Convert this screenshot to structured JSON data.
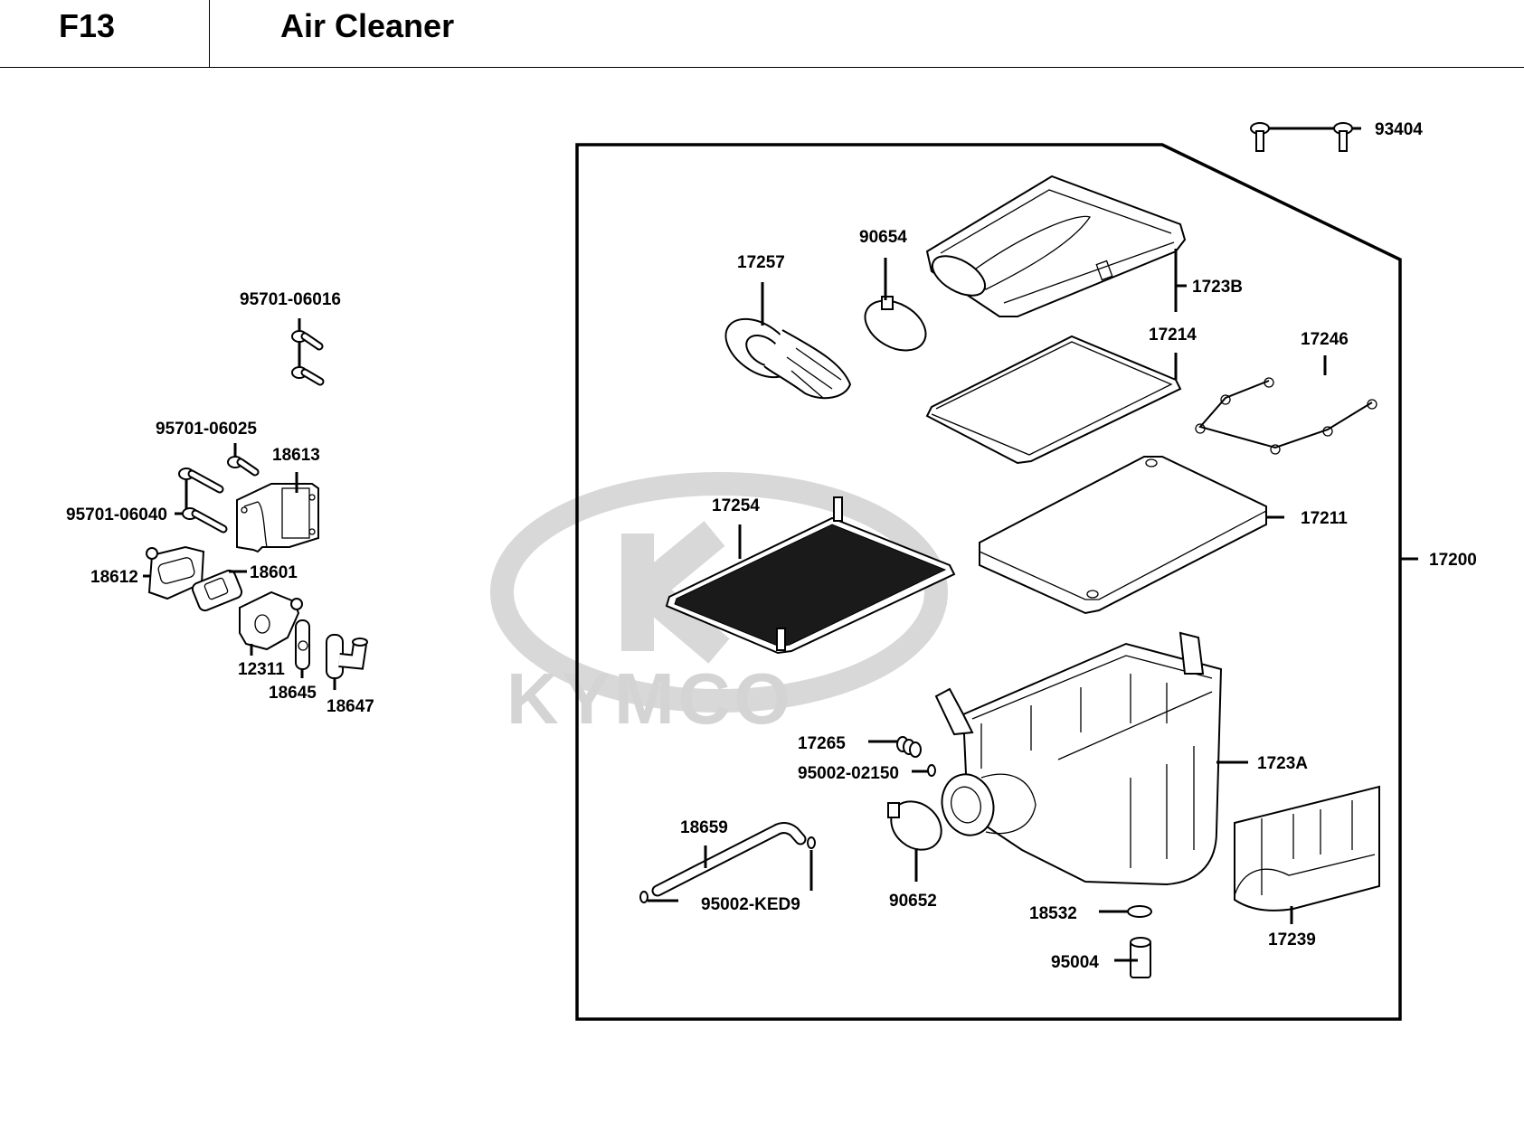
{
  "header": {
    "section_code": "F13",
    "section_title": "Air Cleaner"
  },
  "watermark": {
    "brand": "KYMCO",
    "color": "#d4d4d4"
  },
  "assembly": {
    "part_number": "17200"
  },
  "parts": {
    "p93404": "93404",
    "p90654": "90654",
    "p17257": "17257",
    "p1723B": "1723B",
    "p17214": "17214",
    "p17246": "17246",
    "p17254": "17254",
    "p17211": "17211",
    "p17200": "17200",
    "p17265": "17265",
    "p95002_02150": "95002-02150",
    "p1723A": "1723A",
    "p18659": "18659",
    "p95002_KED9": "95002-KED9",
    "p90652": "90652",
    "p18532": "18532",
    "p95004": "95004",
    "p17239": "17239",
    "p95701_06016": "95701-06016",
    "p95701_06025": "95701-06025",
    "p18613": "18613",
    "p95701_06040": "95701-06040",
    "p18612": "18612",
    "p18601": "18601",
    "p12311": "12311",
    "p18645": "18645",
    "p18647": "18647"
  }
}
